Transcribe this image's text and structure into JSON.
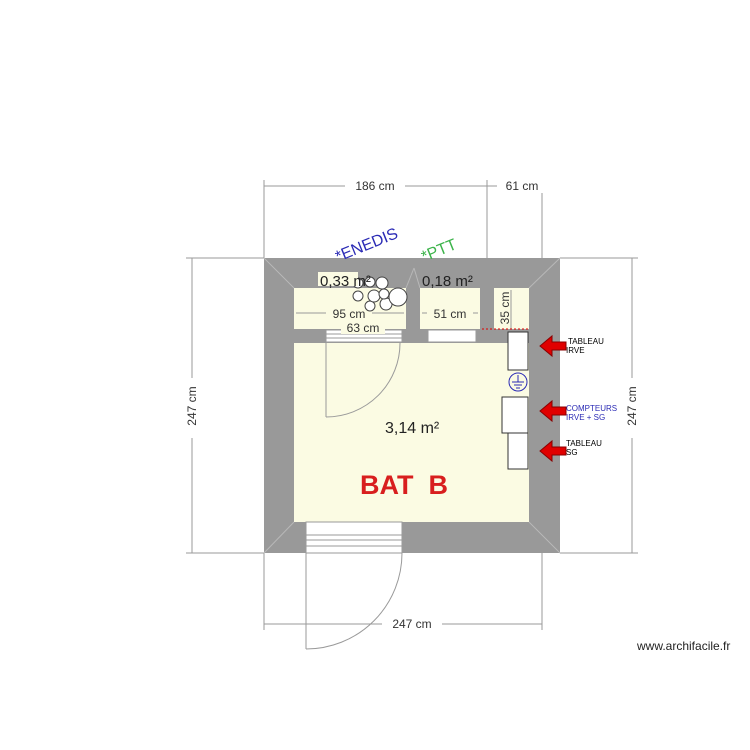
{
  "dimensions": {
    "top_left": "186 cm",
    "top_right": "61 cm",
    "bottom": "247 cm",
    "left": "247 cm",
    "right": "247 cm"
  },
  "room_labels": {
    "enedis": "*ENEDIS",
    "ptt": "*PTT"
  },
  "areas": {
    "enedis_area": "0,33 m²",
    "ptt_area": "0,18 m²",
    "main_area": "3,14 m²"
  },
  "inner_dims": {
    "enedis_width": "95 cm",
    "ptt_width": "51 cm",
    "corridor_depth": "35 cm",
    "door_width": "63 cm"
  },
  "building": {
    "name": "BAT  B"
  },
  "equipment": {
    "tableau_irve_1": "TABLEAU",
    "tableau_irve_2": "IRVE",
    "compteurs_1": "COMPTEURS",
    "compteurs_2": "IRVE + SG",
    "tableau_sg_1": "TABLEAU",
    "tableau_sg_2": "SG"
  },
  "watermark": "www.archifacile.fr",
  "colors": {
    "wall": "#999999",
    "floor": "#fbfbe3",
    "label_blue": "#2b2bb5",
    "label_green": "#3cb34a",
    "building_red": "#d81e1e",
    "arrow_red": "#e00000"
  }
}
